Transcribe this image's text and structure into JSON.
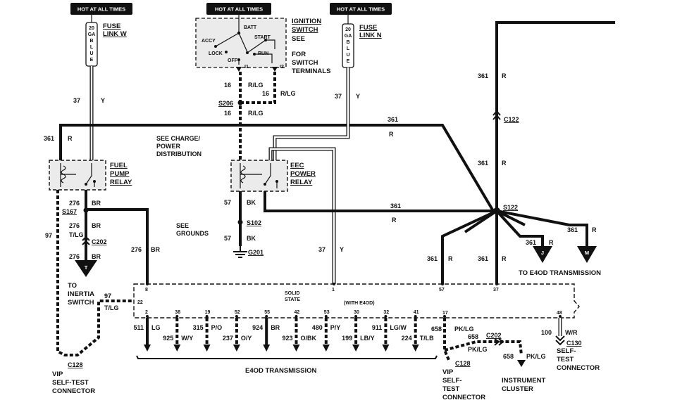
{
  "hot_at_all_times": "HOT AT ALL TIMES",
  "fuse_link_w": {
    "line1": "FUSE",
    "line2": "LINK W",
    "gauge": [
      "20",
      "GA",
      "B",
      "L",
      "U",
      "E"
    ]
  },
  "fuse_link_n": {
    "line1": "FUSE",
    "line2": "LINK N",
    "gauge": [
      "20",
      "GA",
      "B",
      "L",
      "U",
      "E"
    ]
  },
  "ignition_switch": {
    "title1": "IGNITION",
    "title2": "SWITCH",
    "see": "SEE",
    "for": "FOR",
    "switch": "SWITCH",
    "terminals": "TERMINALS",
    "batt": "BATT",
    "accy": "ACCY",
    "start": "START",
    "lock": "LOCK",
    "run": "RUN",
    "off": "OFF",
    "i1": "I1",
    "i2": "I2"
  },
  "fuel_pump_relay": [
    "FUEL",
    "PUMP",
    "RELAY"
  ],
  "eec_power_relay": [
    "EEC",
    "POWER",
    "RELAY"
  ],
  "see_charge": [
    "SEE CHARGE/",
    "POWER",
    "DISTRIBUTION"
  ],
  "see_grounds": [
    "SEE",
    "GROUNDS"
  ],
  "splices": {
    "s206": "S206",
    "s167": "S167",
    "s102": "S102",
    "s122": "S122",
    "g201": "G201"
  },
  "connectors": {
    "c202": "C202",
    "c122": "C122",
    "c128a": "C128",
    "c128b": "C128",
    "c202b": "C202",
    "c130": "C130"
  },
  "circuits": {
    "c37": "37",
    "y": "Y",
    "c361": "361",
    "r": "R",
    "c16": "16",
    "r_lg": "R/LG",
    "c276": "276",
    "br": "BR",
    "c97": "97",
    "t_lg": "T/LG",
    "c57": "57",
    "bk": "BK",
    "c658": "658",
    "pk_lg": "PK/LG",
    "c100": "100",
    "w_r": "W/R"
  },
  "inertia": {
    "arrow": "T",
    "text": [
      "TO",
      "INERTIA",
      "SWITCH"
    ]
  },
  "e4od_top": {
    "j": "J",
    "m": "M",
    "text": "TO E4OD TRANSMISSION"
  },
  "module": {
    "line1": "SOLID",
    "line2": "STATE",
    "line3": "(WITH E4OD)",
    "pins_top": [
      "8",
      "1",
      "57",
      "37"
    ],
    "pin_22": "22"
  },
  "outputs_top": [
    {
      "pin": "2",
      "num": "511",
      "color": "LG"
    },
    {
      "pin": "38",
      "num": "925",
      "color": "W/Y"
    },
    {
      "pin": "19",
      "num": "315",
      "color": "P/O"
    },
    {
      "pin": "52",
      "num": "237",
      "color": "O/Y"
    },
    {
      "pin": "55",
      "num": "924",
      "color": "BR"
    },
    {
      "pin": "42",
      "num": "923",
      "color": "O/BK"
    },
    {
      "pin": "53",
      "num": "480",
      "color": "P/Y"
    },
    {
      "pin": "30",
      "num": "199",
      "color": "LB/Y"
    },
    {
      "pin": "32",
      "num": "911",
      "color": "LG/W"
    },
    {
      "pin": "41",
      "num": "224",
      "color": "T/LB"
    }
  ],
  "pin_17": "17",
  "pin_48": "48",
  "e4od_bottom": "E4OD TRANSMISSION",
  "vip_left": [
    "VIP",
    "SELF-TEST",
    "CONNECTOR"
  ],
  "vip_mid": [
    "VIP",
    "SELF-",
    "TEST",
    "CONNECTOR"
  ],
  "instrument": [
    "INSTRUMENT",
    "CLUSTER"
  ],
  "self_test_right": [
    "SELF-",
    "TEST",
    "CONNECTOR"
  ]
}
